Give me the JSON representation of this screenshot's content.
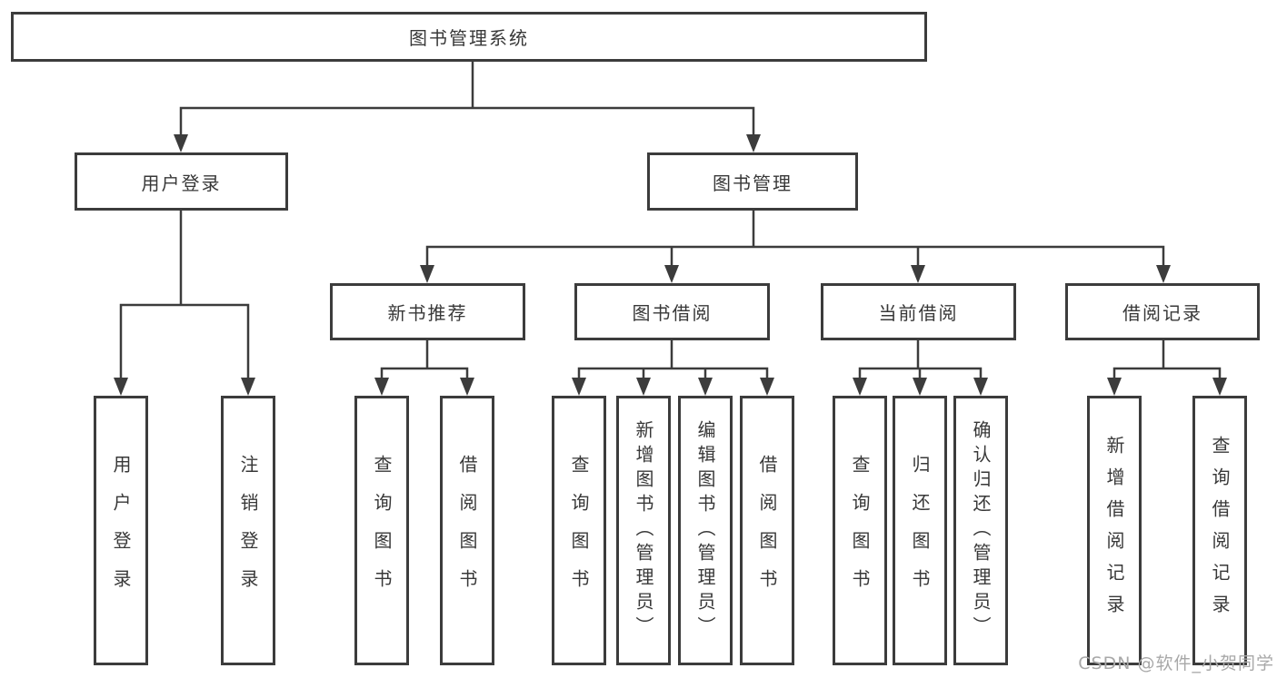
{
  "diagram": {
    "type": "hierarchy-tree",
    "orientation": "top-down",
    "colors": {
      "background": "#ffffff",
      "box_border": "#3c3c3c",
      "connector_line": "#3c3c3c",
      "text": "#383838",
      "watermark_text": "#a8a8a8"
    },
    "tree": {
      "label": "图书管理系统",
      "children": [
        {
          "label": "用户登录",
          "children": [
            {
              "label": "用户登录"
            },
            {
              "label": "注销登录"
            }
          ]
        },
        {
          "label": "图书管理",
          "children": [
            {
              "label": "新书推荐",
              "children": [
                {
                  "label": "查询图书"
                },
                {
                  "label": "借阅图书"
                }
              ]
            },
            {
              "label": "图书借阅",
              "children": [
                {
                  "label": "查询图书"
                },
                {
                  "label": "新增图书（管理员）"
                },
                {
                  "label": "编辑图书（管理员）"
                },
                {
                  "label": "借阅图书"
                }
              ]
            },
            {
              "label": "当前借阅",
              "children": [
                {
                  "label": "查询图书"
                },
                {
                  "label": "归还图书"
                },
                {
                  "label": "确认归还（管理员）"
                }
              ]
            },
            {
              "label": "借阅记录",
              "children": [
                {
                  "label": "新增借阅记录"
                },
                {
                  "label": "查询借阅记录"
                }
              ]
            }
          ]
        }
      ]
    }
  },
  "watermark": {
    "text": "CSDN @软件_小贺同学"
  }
}
